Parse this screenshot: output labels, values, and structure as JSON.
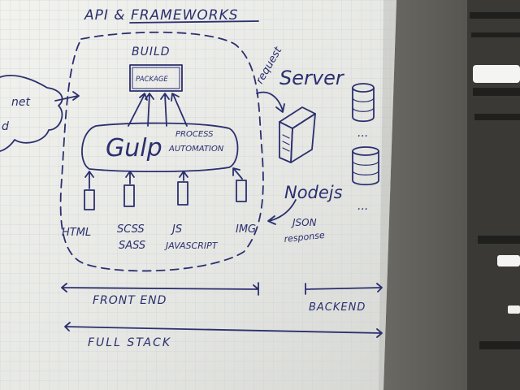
{
  "sketch": {
    "title": "API & FRAMEWORKS",
    "build": "BUILD",
    "package": "PACKAGE",
    "gulp": "Gulp",
    "process_line1": "PROCESS",
    "process_line2": "AUTOMATION",
    "cloud_line1": "net",
    "cloud_line2": "d",
    "request": "request",
    "server": "Server",
    "nodejs": "Nodejs",
    "ellipsis1": "...",
    "ellipsis2": "...",
    "inputs": [
      {
        "line1": "HTML",
        "line2": ""
      },
      {
        "line1": "SCSS",
        "line2": "SASS"
      },
      {
        "line1": "JS",
        "line2": "JAVASCRIPT"
      },
      {
        "line1": "IMG",
        "line2": ""
      }
    ],
    "json_line1": "JSON",
    "json_line2": "response",
    "frontend": "FRONT END",
    "backend": "BACKEND",
    "fullstack": "FULL STACK"
  },
  "colors": {
    "paper": "#e9eae6",
    "grid": "#c9d2da",
    "ink": "#2b2f6e",
    "wall": "#5c5a55"
  }
}
